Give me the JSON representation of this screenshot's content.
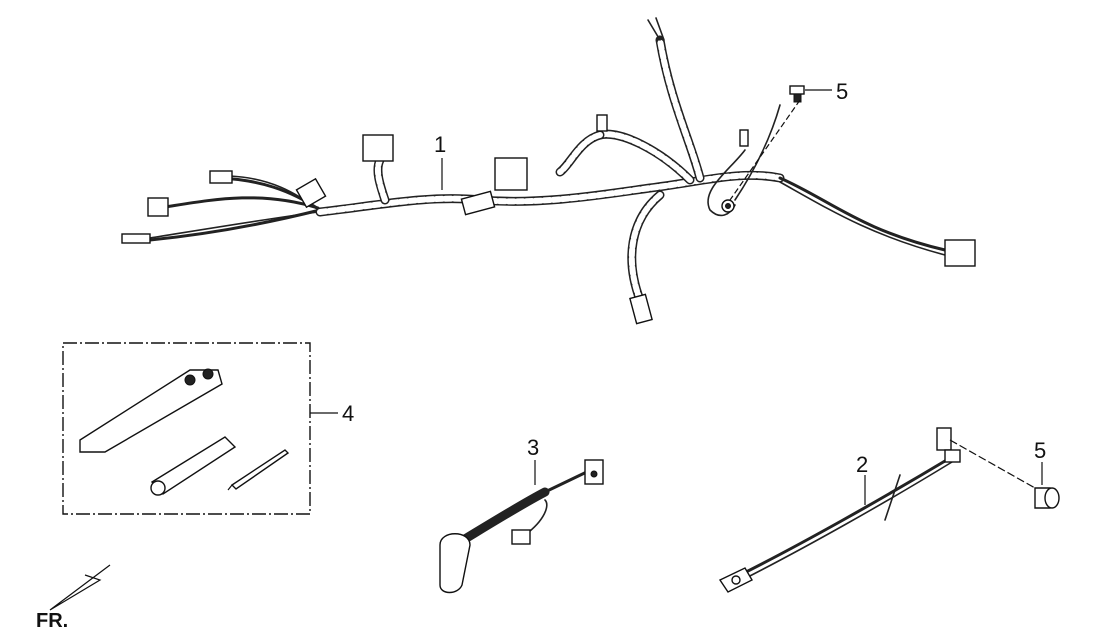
{
  "callouts": [
    {
      "id": "harness",
      "text": "1"
    },
    {
      "id": "cable_2",
      "text": "2"
    },
    {
      "id": "cable_3",
      "text": "3"
    },
    {
      "id": "toolkit",
      "text": "4"
    },
    {
      "id": "bolt_top",
      "text": "5"
    },
    {
      "id": "bolt_right",
      "text": "5"
    }
  ],
  "direction_marker": {
    "text": "FR."
  }
}
